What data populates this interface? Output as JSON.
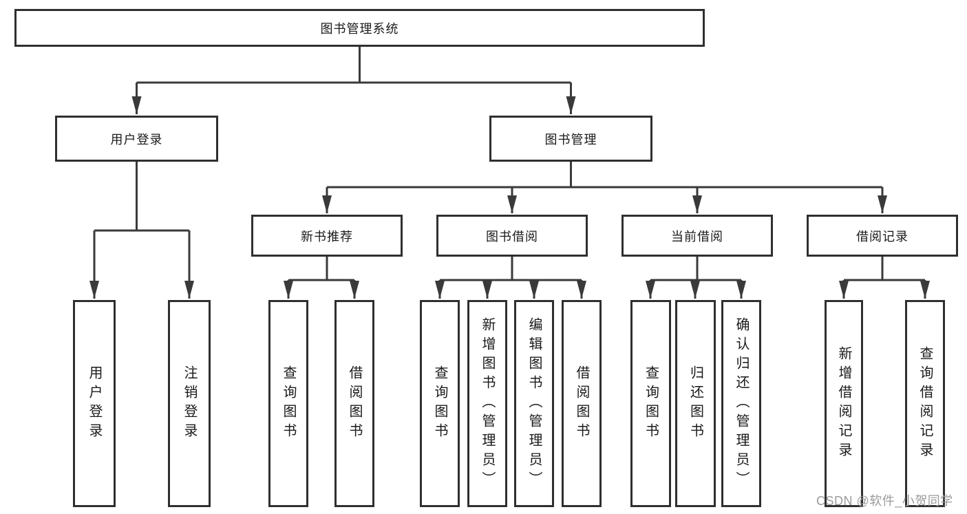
{
  "diagram": {
    "root": {
      "label": "图书管理系统"
    },
    "level2": [
      {
        "label": "用户登录"
      },
      {
        "label": "图书管理"
      }
    ],
    "level3": [
      {
        "label": "新书推荐"
      },
      {
        "label": "图书借阅"
      },
      {
        "label": "当前借阅"
      },
      {
        "label": "借阅记录"
      }
    ],
    "leaves": {
      "user_login": [
        {
          "label": "用户登录"
        },
        {
          "label": "注销登录"
        }
      ],
      "new_books": [
        {
          "label": "查询图书"
        },
        {
          "label": "借阅图书"
        }
      ],
      "book_borrow": [
        {
          "label": "查询图书"
        },
        {
          "label": "新增图书（管理员）"
        },
        {
          "label": "编辑图书（管理员）"
        },
        {
          "label": "借阅图书"
        }
      ],
      "current_borrow": [
        {
          "label": "查询图书"
        },
        {
          "label": "归还图书"
        },
        {
          "label": "确认归还（管理员）"
        }
      ],
      "borrow_records": [
        {
          "label": "新增借阅记录"
        },
        {
          "label": "查询借阅记录"
        }
      ]
    }
  },
  "watermark": {
    "text": "CSDN @软件_小贺同学"
  },
  "colors": {
    "line": "#3a3a3a",
    "box_border": "#2f2f2f",
    "text": "#1a1a1a",
    "watermark": "#9b9b9b",
    "background": "#ffffff"
  }
}
